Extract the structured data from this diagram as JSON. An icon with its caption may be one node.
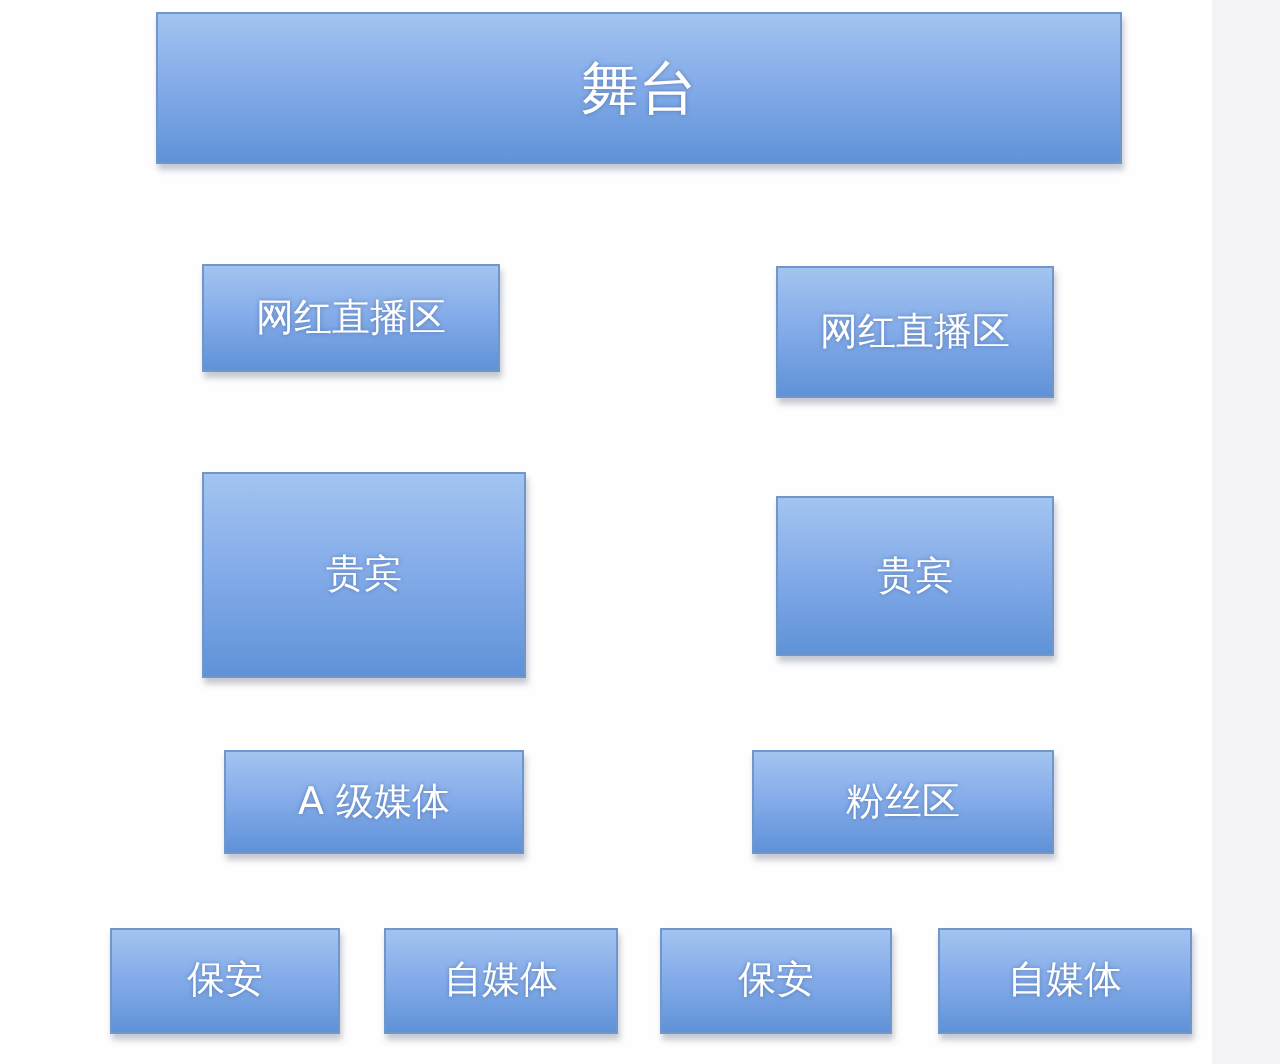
{
  "diagram": {
    "nodes": [
      {
        "text": [
          "舞台"
        ]
      },
      {
        "text": [
          "网红直播区"
        ]
      },
      {
        "text": [
          "网红直播区"
        ]
      },
      {
        "text": [
          "贵宾"
        ]
      },
      {
        "text": [
          "贵宾"
        ]
      },
      {
        "text": [
          "A 级媒体"
        ]
      },
      {
        "text": [
          "粉丝区"
        ]
      },
      {
        "text": [
          "保安"
        ]
      },
      {
        "text": [
          "自媒体"
        ]
      },
      {
        "text": [
          "保安"
        ]
      },
      {
        "text": [
          "自媒体"
        ]
      }
    ]
  }
}
